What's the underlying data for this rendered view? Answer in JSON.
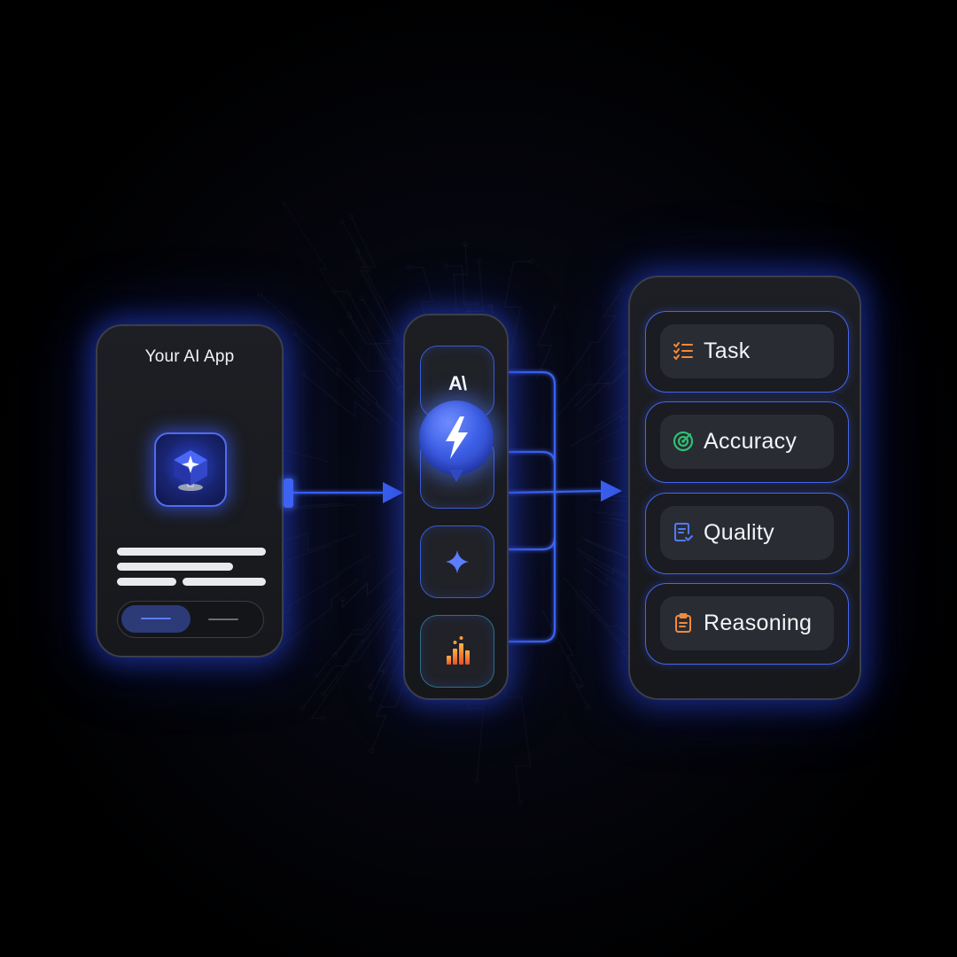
{
  "app": {
    "title": "Your AI App",
    "icon": "cube-sparkle-icon"
  },
  "tools": {
    "items": [
      {
        "icon": "ai-logo-icon",
        "text": "A\\"
      },
      {
        "icon": "lightning-bolt-icon"
      },
      {
        "icon": "sparkle-icon"
      },
      {
        "icon": "bar-chart-icon"
      }
    ]
  },
  "outputs": {
    "items": [
      {
        "label": "Task",
        "icon": "checklist-icon",
        "color": "#f08a3c"
      },
      {
        "label": "Accuracy",
        "icon": "target-icon",
        "color": "#2fbf71"
      },
      {
        "label": "Quality",
        "icon": "document-check-icon",
        "color": "#4f7cff"
      },
      {
        "label": "Reasoning",
        "icon": "clipboard-icon",
        "color": "#f08a3c"
      }
    ]
  },
  "colors": {
    "accent": "#3d63f0",
    "glow": "#2846dc",
    "card": "#1a1c21"
  }
}
